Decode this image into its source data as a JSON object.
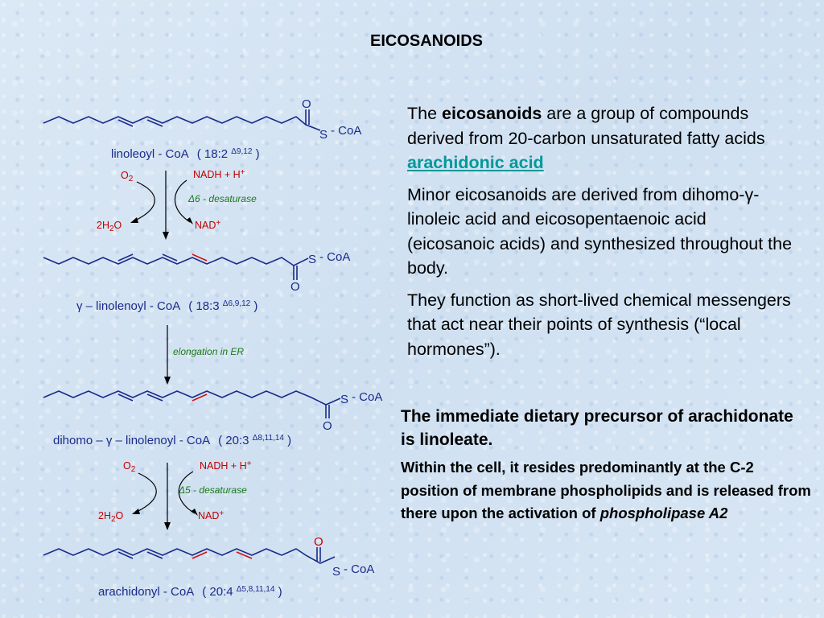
{
  "title": "EICOSANOIDS",
  "intro": {
    "p1_pre": "The ",
    "p1_bold": "eicosanoids",
    "p1_post": " are a group of compounds derived from 20-carbon unsaturated fatty acids ",
    "p1_link": "arachidonic acid",
    "p2": "Minor eicosanoids are derived from dihomo-γ-linoleic acid and eicosopentaenoic acid (eicosanoic acids) and synthesized throughout the body.",
    "p3": "They function as short-lived chemical messengers that act near their points of synthesis (“local hormones”)."
  },
  "precursor": {
    "lead": "The immediate dietary precursor of arachidonate is linoleate.",
    "detail_pre": "Within the cell, it resides predominantly at the C-2 position of membrane phospholipids and is released from there upon the activation of ",
    "detail_italic": "phospholipase A2"
  },
  "pathway": {
    "compound1": {
      "name": "linoleoyl - CoA",
      "formula": "( 18:2 ",
      "delta": "Δ9,12",
      "close": " )"
    },
    "step1": {
      "o2": "O",
      "o2_sub": "2",
      "nadh": "NADH + H",
      "nadh_sup": "+",
      "enzyme": "Δ6 - desaturase",
      "h2o_pre": "2H",
      "h2o_sub": "2",
      "h2o_post": "O",
      "nad": "NAD",
      "nad_sup": "+"
    },
    "compound2": {
      "name": "γ – linolenoyl - CoA",
      "formula": "( 18:3 ",
      "delta": "Δ6,9,12",
      "close": " )"
    },
    "step2": {
      "label": "elongation in ER"
    },
    "compound3": {
      "name": "dihomo – γ – linolenoyl - CoA",
      "formula": "( 20:3 ",
      "delta": "Δ8,11,14",
      "close": " )"
    },
    "step3": {
      "o2": "O",
      "o2_sub": "2",
      "nadh": "NADH + H",
      "nadh_sup": "+",
      "enzyme": "Δ5 - desaturase",
      "h2o_pre": "2H",
      "h2o_sub": "2",
      "h2o_post": "O",
      "nad": "NAD",
      "nad_sup": "+"
    },
    "compound4": {
      "name": "arachidonyl - CoA",
      "formula": "( 20:4 ",
      "delta": "Δ5,8,11,14",
      "close": " )"
    },
    "atom_o": "O",
    "atom_s": "S",
    "coa": "- CoA"
  }
}
